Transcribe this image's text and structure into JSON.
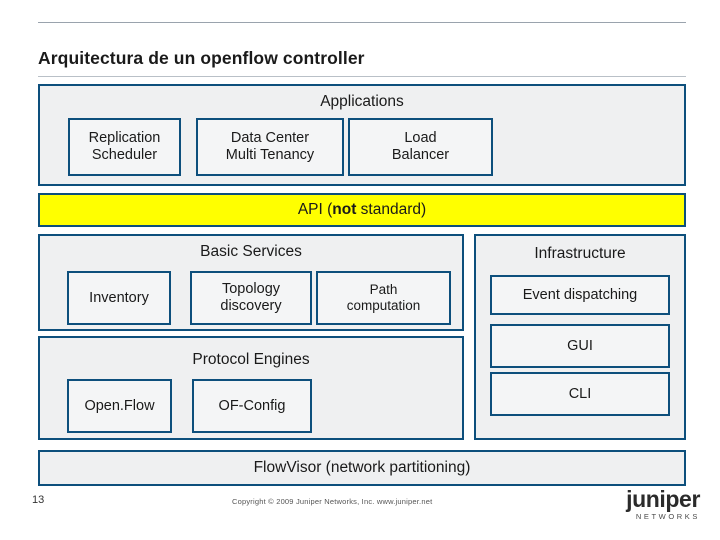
{
  "slide": {
    "title": "Arquitectura de un openflow controller",
    "number": "13",
    "copyright": "Copyright © 2009 Juniper Networks, Inc.      www.juniper.net",
    "logo": {
      "wordmark": "juniper",
      "tagline": "NETWORKS"
    }
  },
  "diagram": {
    "applications": {
      "caption": "Applications",
      "boxes": [
        {
          "label": "Replication\nScheduler",
          "line1": "Replication",
          "line2": "Scheduler"
        },
        {
          "label": "Data Center Multi Tenancy",
          "line1": "Data Center",
          "line2": "Multi Tenancy"
        },
        {
          "label": "Load Balancer",
          "line1": "Load",
          "line2": "Balancer"
        }
      ]
    },
    "api_bar": {
      "prefix": "API (",
      "emphasis": "not",
      "suffix": " standard)",
      "color": "#ffff00"
    },
    "basic_services": {
      "caption": "Basic Services",
      "boxes": [
        {
          "line1": "Inventory",
          "line2": ""
        },
        {
          "line1": "Topology",
          "line2": "discovery"
        },
        {
          "line1": "Path",
          "line2": "computation"
        }
      ]
    },
    "protocol_engines": {
      "caption": "Protocol Engines",
      "boxes": [
        {
          "line1": "Open.Flow",
          "line2": ""
        },
        {
          "line1": "OF-Config",
          "line2": ""
        }
      ]
    },
    "infrastructure": {
      "caption": "Infrastructure",
      "boxes": [
        {
          "label": "Event dispatching"
        },
        {
          "label": "GUI"
        },
        {
          "label": "CLI"
        }
      ]
    },
    "flowvisor": {
      "label": "FlowVisor (network partitioning)"
    }
  }
}
